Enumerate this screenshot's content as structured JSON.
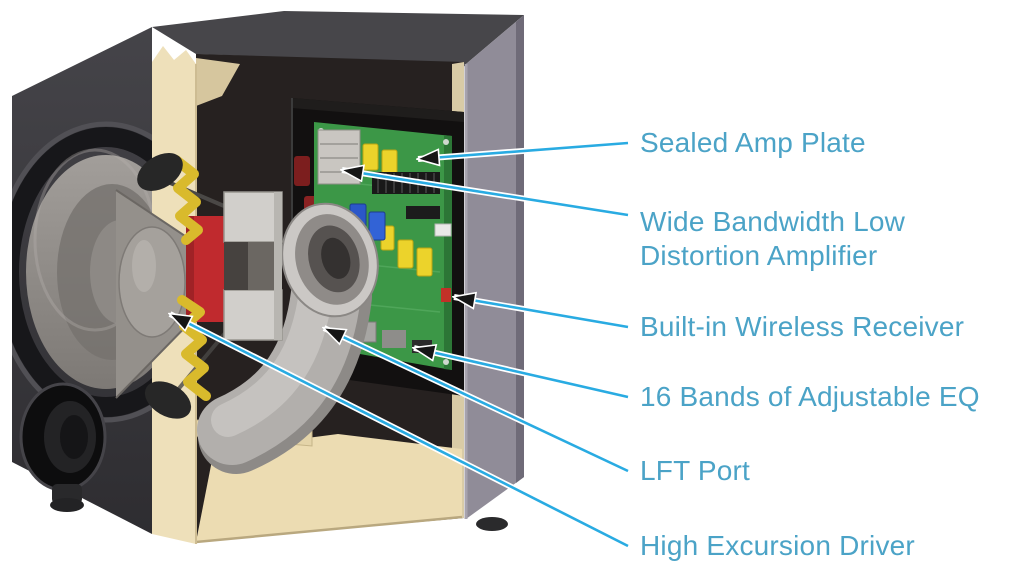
{
  "figure": {
    "illustration": "subwoofer-cutaway",
    "background_color": "#ffffff",
    "accent_line_color": "#29ABE2",
    "label_color": "#4BA3C7",
    "arrow_color": "#161616",
    "callouts": [
      {
        "label": "Sealed Amp Plate"
      },
      {
        "label": "Wide Bandwidth Low Distortion Amplifier"
      },
      {
        "label": "Built-in Wireless Receiver"
      },
      {
        "label": "16 Bands of Adjustable EQ"
      },
      {
        "label": "LFT Port"
      },
      {
        "label": "High Excursion Driver"
      }
    ]
  }
}
